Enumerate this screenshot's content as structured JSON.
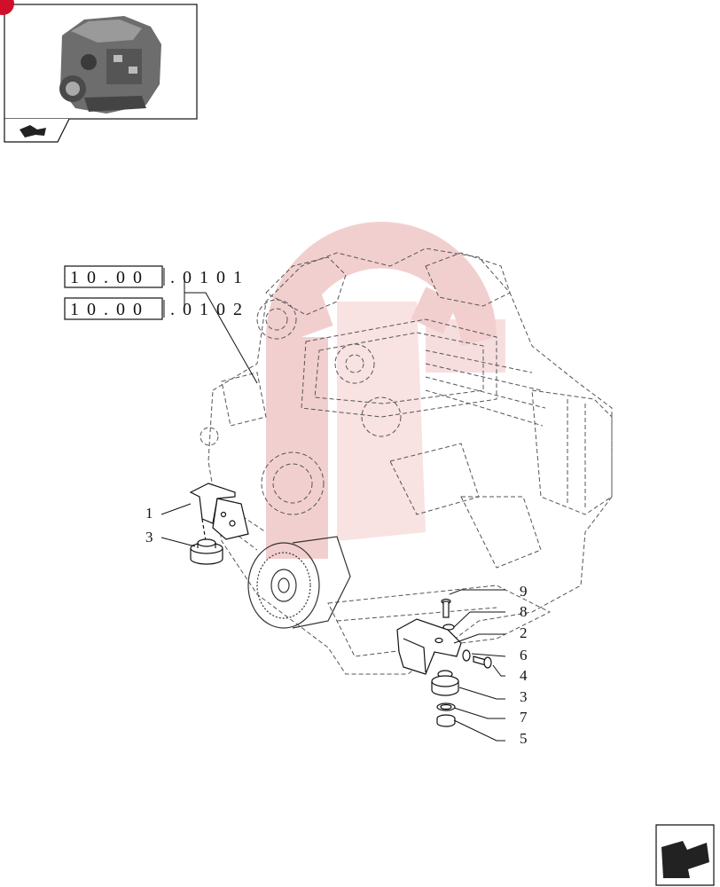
{
  "references": [
    {
      "prefix": "10.00",
      "suffix": ".0101"
    },
    {
      "prefix": "10.00",
      "suffix": ".0102"
    }
  ],
  "callouts": [
    "1",
    "3",
    "9",
    "8",
    "2",
    "6",
    "4",
    "3",
    "7",
    "5"
  ],
  "colors": {
    "line": "#111111",
    "dashed": "#555555",
    "watermark": "#e9a9a9",
    "badge": "#d0102a"
  },
  "icons": [
    "engine-thumbnail-icon",
    "navigation-arrow-icon",
    "next-page-arrow-icon"
  ]
}
